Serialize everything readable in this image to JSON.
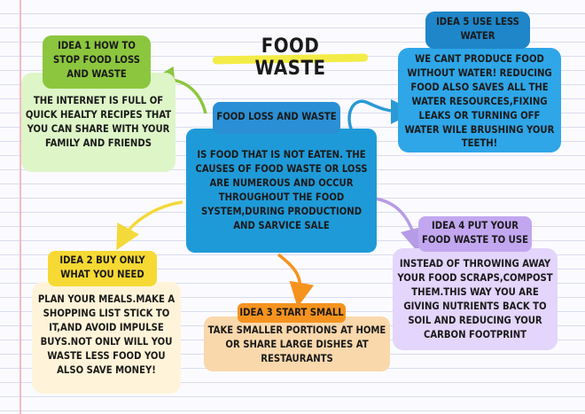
{
  "title": "FOOD WASTE",
  "center": {
    "heading": "FOOD LOSS AND WASTE",
    "text": "IS FOOD THAT IS NOT EATEN. THE CAUSES OF FOOD WASTE OR LOSS ARE NUMEROUS AND OCCUR THROUGHOUT THE FOOD SYSTEM,DURING PRODUCTIOND AND SARVICE SALE"
  },
  "ideas": [
    {
      "title": "IDEA 1 HOW TO STOP FOOD LOSS AND WASTE",
      "text": "THE INTERNET IS FULL OF QUICK HEALTY RECIPES THAT YOU CAN SHARE WITH YOUR FAMILY AND FRIENDS"
    },
    {
      "title": "IDEA 2 BUY ONLY WHAT YOU NEED",
      "text": "PLAN YOUR MEALS.MAKE A SHOPPING LIST STICK TO IT,AND AVOID IMPULSE BUYS.NOT ONLY WILL YOU WASTE LESS FOOD YOU ALSO SAVE MONEY!"
    },
    {
      "title": "IDEA 3 START SMALL",
      "text": "TAKE SMALLER PORTIONS AT HOME OR SHARE LARGE DISHES AT RESTAURANTS"
    },
    {
      "title": "IDEA 4 PUT YOUR FOOD WASTE TO USE",
      "text": "INSTEAD OF THROWING AWAY YOUR FOOD SCRAPS,COMPOST THEM.THIS WAY YOU ARE GIVING NUTRIENTS BACK TO SOIL AND REDUCING YOUR CARBON FOOTPRINT"
    },
    {
      "title": "IDEA 5 USE LESS WATER",
      "text": "WE CANT PRODUCE FOOD WITHOUT WATER! REDUCING FOOD ALSO SAVES ALL THE WATER RESOURCES,FIXING LEAKS OR TURNING OFF WATER WILE BRUSHING YOUR TEETH!"
    }
  ],
  "colors": {
    "center_fill": "#1f9ad8",
    "center_heading_fill": "#2a8fd4",
    "idea1_title": "#8cc63e",
    "idea1_body": "#def5c8",
    "idea2_title": "#f7d933",
    "idea2_body": "#fff4d9",
    "idea3_title": "#f5931e",
    "idea3_body": "#f9d8ac",
    "idea4_title": "#c2a7f0",
    "idea4_body": "#e3d5fb",
    "idea5_title": "#1e86c9",
    "idea5_body": "#2ea6e8",
    "title_highlight": "#f4ec46"
  }
}
